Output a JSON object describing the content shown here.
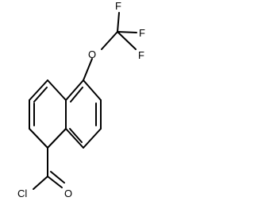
{
  "diagram": {
    "type": "chemical-structure",
    "atoms": {
      "fluorine_top": "F",
      "fluorine_right_upper": "F",
      "fluorine_right_lower": "F",
      "ether_oxygen": "O",
      "carbonyl_oxygen": "O",
      "chlorine": "Cl"
    },
    "line_color": "#000000",
    "background": "#ffffff"
  }
}
